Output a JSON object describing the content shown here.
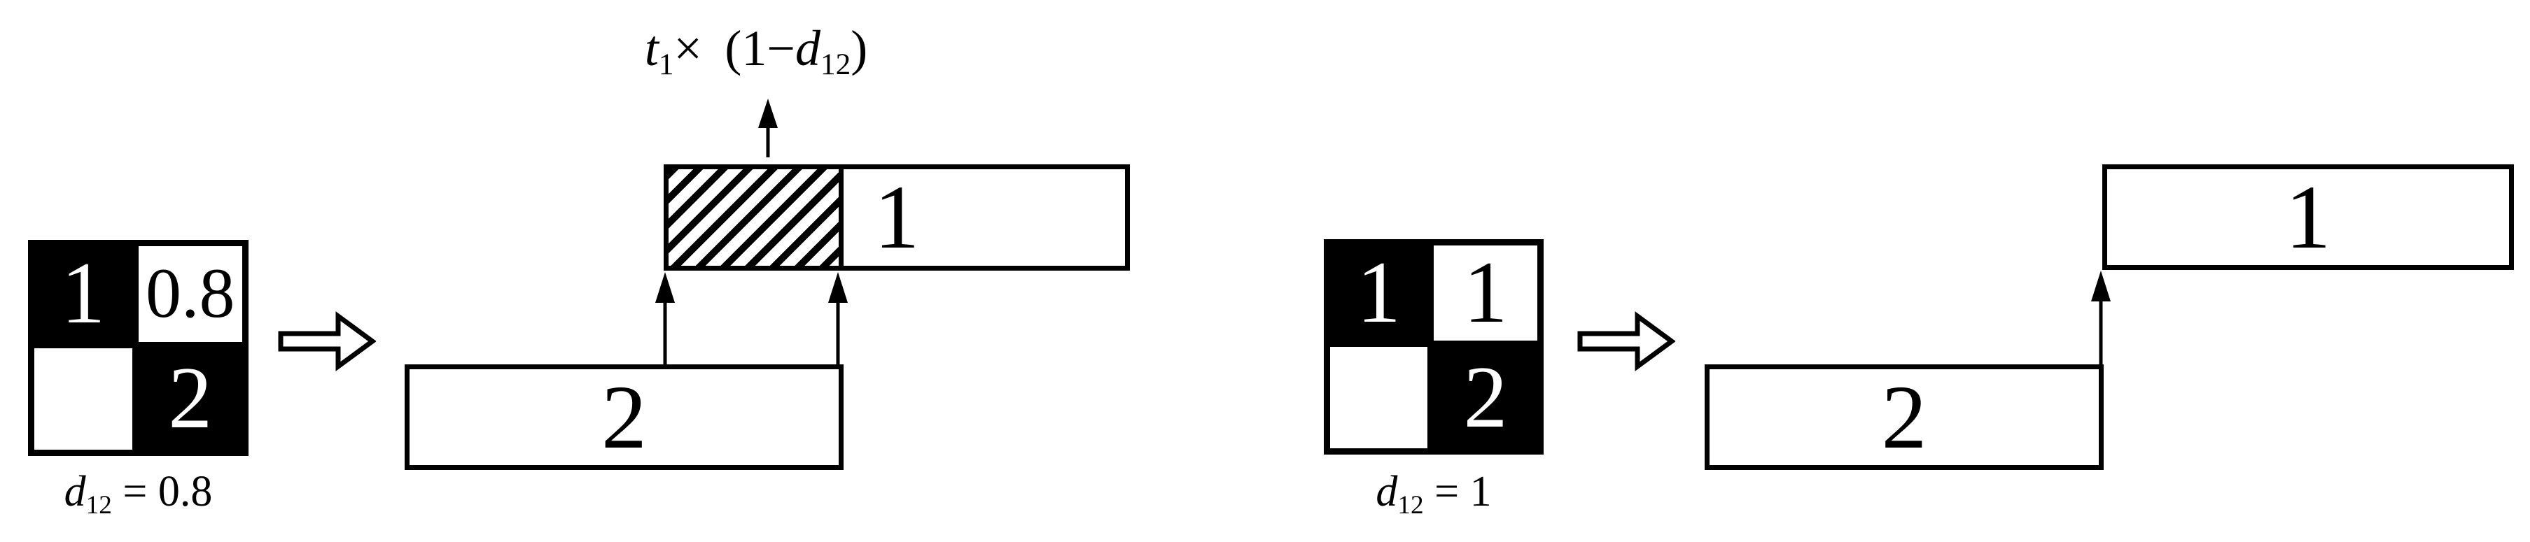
{
  "left_panel": {
    "matrix": {
      "top_left": "1",
      "top_right": "0.8",
      "bottom_left": "",
      "bottom_right": "2",
      "caption": {
        "var": "d",
        "sub": "12",
        "rest": " = 0.8"
      }
    },
    "formula": {
      "var1": "t",
      "var1_sub": "1",
      "times": "×",
      "mid": "(1−",
      "var2": "d",
      "var2_sub": "12",
      "close": ")"
    },
    "bar1_label": "1",
    "bar2_label": "2"
  },
  "right_panel": {
    "matrix": {
      "top_left": "1",
      "top_right": "1",
      "bottom_left": "",
      "bottom_right": "2",
      "caption": {
        "var": "d",
        "sub": "12",
        "rest": " = 1"
      }
    },
    "bar1_label": "1",
    "bar2_label": "2"
  },
  "colors": {
    "ink": "#000000",
    "paper": "#ffffff"
  }
}
